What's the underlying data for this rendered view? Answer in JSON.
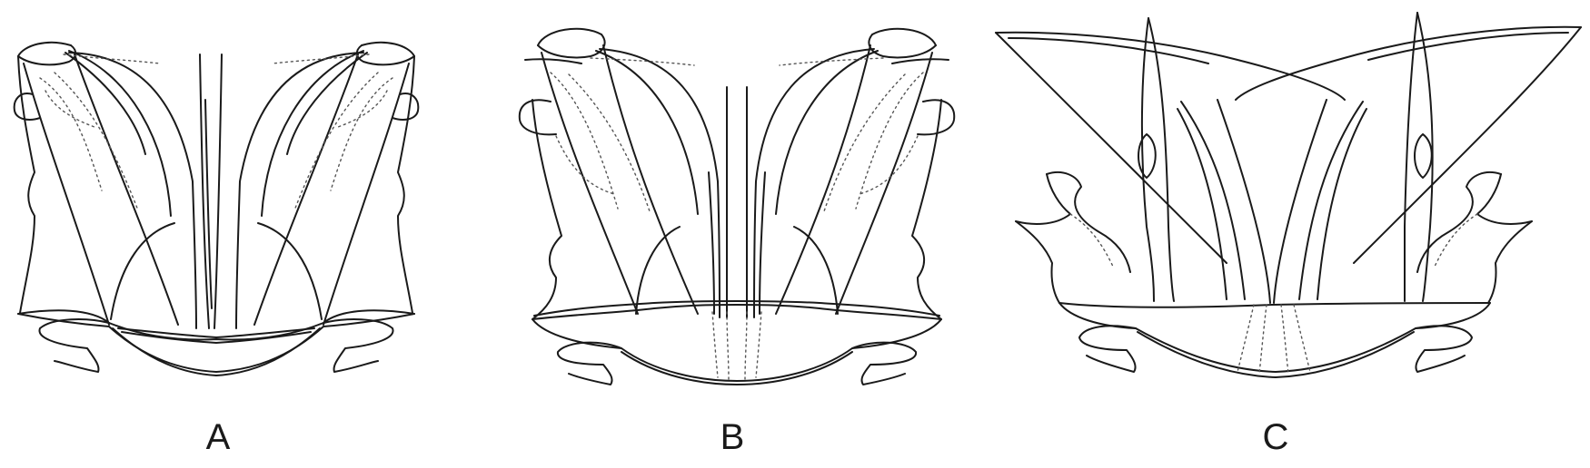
{
  "figure": {
    "panels": [
      {
        "id": "A",
        "label": "A"
      },
      {
        "id": "B",
        "label": "B"
      },
      {
        "id": "C",
        "label": "C"
      }
    ],
    "colors": {
      "line": "#1a1a1a",
      "hidden_line": "#555555",
      "background": "#ffffff"
    }
  }
}
